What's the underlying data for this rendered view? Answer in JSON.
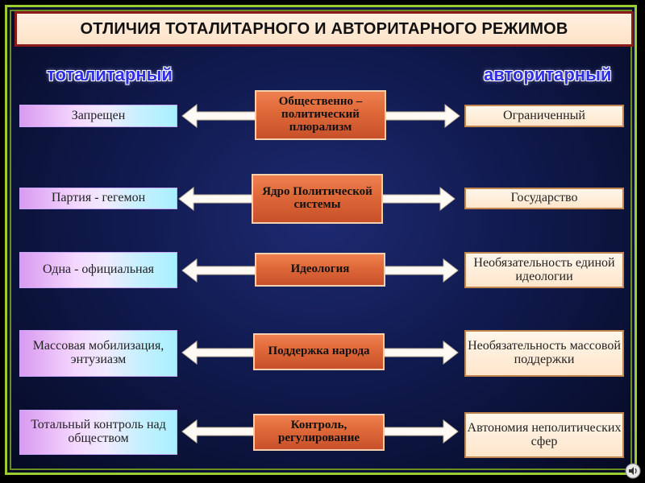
{
  "title": "ОТЛИЧИЯ ТОТАЛИТАРНОГО И АВТОРИТАРНОГО РЕЖИМОВ",
  "headings": {
    "left": "тоталитарный",
    "right": "авторитарный"
  },
  "rows": [
    {
      "left": "Запрещен",
      "center": "Общественно – политический плюрализм",
      "right": "Ограниченный"
    },
    {
      "left": "Партия - гегемон",
      "center": "Ядро Политической системы",
      "right": "Государство"
    },
    {
      "left": "Одна - официальная",
      "center": "Идеология",
      "right": "Необязательность единой идеологии"
    },
    {
      "left": "Массовая мобилизация, энтузиазм",
      "center": "Поддержка народа",
      "right": "Необязательность массовой поддержки"
    },
    {
      "left": "Тотальный контроль над обществом",
      "center": "Контроль, регулирование",
      "right": "Автономия неполитических сфер"
    }
  ],
  "colors": {
    "frame": "#9acd32",
    "title_border": "#8b1a1a",
    "center_box": "#e06a3a",
    "heading": "#2f2fe0"
  },
  "icons": {
    "nav": "speaker-icon"
  }
}
